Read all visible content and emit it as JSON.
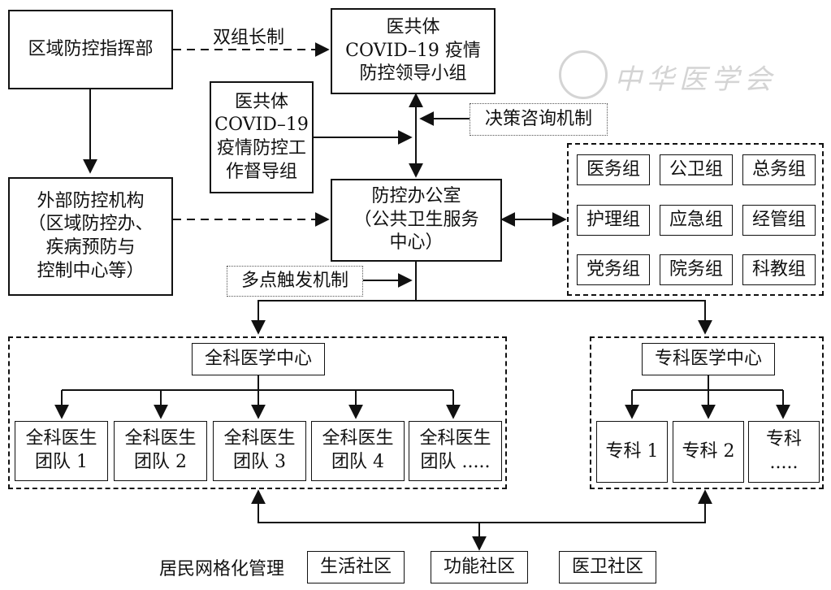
{
  "nodes": {
    "command": "区域防控指挥部",
    "leader_l1": "医共体",
    "leader_l2": "COVID–19 疫情",
    "leader_l3": "防控领导小组",
    "inspect_l1": "医共体",
    "inspect_l2": "COVID–19",
    "inspect_l3": "疫情防控工",
    "inspect_l4": "作督导组",
    "external_l1": "外部防控机构",
    "external_l2": "（区域防控办、",
    "external_l3": "疾病预防与",
    "external_l4": "控制中心等）",
    "office_l1": "防控办公室",
    "office_l2": "（公共卫生服务",
    "office_l3": "中心）",
    "decision": "决策咨询机制",
    "trigger": "多点触发机制",
    "general_center": "全科医学中心",
    "special_center": "专科医学中心"
  },
  "edge_labels": {
    "dual_leader": "双组长制"
  },
  "groups": [
    "医务组",
    "公卫组",
    "总务组",
    "护理组",
    "应急组",
    "经管组",
    "党务组",
    "院务组",
    "科教组"
  ],
  "general_teams": [
    {
      "l1": "全科医生",
      "l2": "团队 1"
    },
    {
      "l1": "全科医生",
      "l2": "团队 2"
    },
    {
      "l1": "全科医生",
      "l2": "团队 3"
    },
    {
      "l1": "全科医生",
      "l2": "团队 4"
    },
    {
      "l1": "全科医生",
      "l2": "团队 ....."
    }
  ],
  "special_teams": [
    {
      "l1": "专科 1",
      "l2": ""
    },
    {
      "l1": "专科 2",
      "l2": ""
    },
    {
      "l1": "专科",
      "l2": "....."
    }
  ],
  "community": {
    "label": "居民网格化管理",
    "items": [
      "生活社区",
      "功能社区",
      "医卫社区"
    ]
  },
  "watermark": "中华医学会"
}
